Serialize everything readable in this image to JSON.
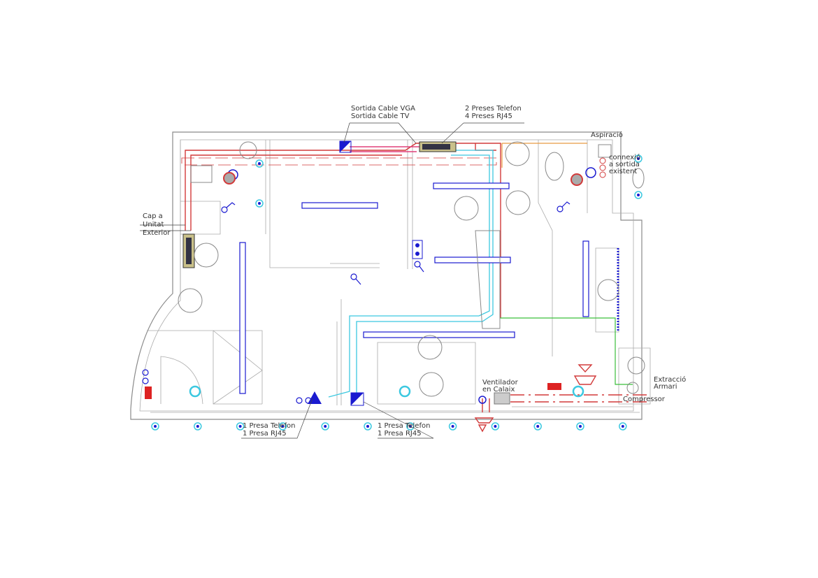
{
  "labels": {
    "vga": "Sortida Cable VGA",
    "tv": "Sortida Cable TV",
    "phone2": "2 Preses Telefon",
    "rj45_4": "4 Preses RJ45",
    "aspiracio": "Aspiració",
    "connexio1": "connexió",
    "connexio2": "a sortida",
    "connexio3": "existent",
    "cap1": "Cap a",
    "cap2": "Unitat",
    "cap3": "Exterior",
    "phone1a": "1 Presa Telefon",
    "rj45_1a": "1 Presa RJ45",
    "phone1b": "1 Presa Telefon",
    "rj45_1b": "1 Presa RJ45",
    "vent1": "Ventilador",
    "vent2": "en Calaix",
    "extr1": "Extracció",
    "extr2": "Armari",
    "compressor": "Compressor"
  },
  "colors": {
    "wall": "#8a8a8a",
    "pipe": "#d23a3a",
    "data": "#3cc8e0",
    "electric": "#1a1ad0",
    "green": "#3bbf3b"
  }
}
